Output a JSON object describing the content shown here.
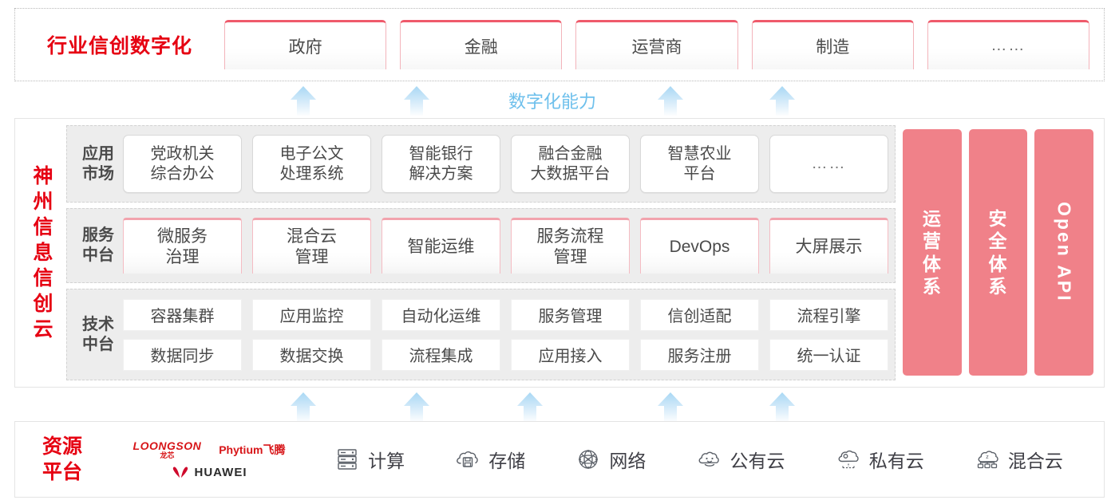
{
  "colors": {
    "brand_red": "#E60012",
    "pillar_pink": "#F08189",
    "card_pink_border": "#f2a3ad",
    "arrow_blue": "#bfe2f7",
    "capability_text": "#6ec0ec",
    "band_gray": "#ededed"
  },
  "industry": {
    "title": "行业信创数字化",
    "boxes": [
      {
        "label": "政府"
      },
      {
        "label": "金融"
      },
      {
        "label": "运营商"
      },
      {
        "label": "制造"
      },
      {
        "label": "……"
      }
    ]
  },
  "capability": {
    "label": "数字化能力"
  },
  "cloud": {
    "title_chars": [
      "神",
      "州",
      "信",
      "息",
      "信",
      "创",
      "云"
    ],
    "rows": [
      {
        "label": "应用\n市场",
        "label_lines": [
          "应用",
          "市场"
        ],
        "style": "app",
        "items": [
          {
            "lines": [
              "党政机关",
              "综合办公"
            ]
          },
          {
            "lines": [
              "电子公文",
              "处理系统"
            ]
          },
          {
            "lines": [
              "智能银行",
              "解决方案"
            ]
          },
          {
            "lines": [
              "融合金融",
              "大数据平台"
            ]
          },
          {
            "lines": [
              "智慧农业",
              "平台"
            ]
          },
          {
            "lines": [
              "……"
            ]
          }
        ]
      },
      {
        "label_lines": [
          "服务",
          "中台"
        ],
        "style": "service",
        "items": [
          {
            "lines": [
              "微服务",
              "治理"
            ]
          },
          {
            "lines": [
              "混合云",
              "管理"
            ]
          },
          {
            "lines": [
              "智能运维"
            ]
          },
          {
            "lines": [
              "服务流程",
              "管理"
            ]
          },
          {
            "lines": [
              "DevOps"
            ]
          },
          {
            "lines": [
              "大屏展示"
            ]
          }
        ]
      },
      {
        "label_lines": [
          "技术",
          "中台"
        ],
        "style": "tech",
        "grid": [
          [
            "容器集群",
            "应用监控",
            "自动化运维",
            "服务管理",
            "信创适配",
            "流程引擎"
          ],
          [
            "数据同步",
            "数据交换",
            "流程集成",
            "应用接入",
            "服务注册",
            "统一认证"
          ]
        ]
      }
    ],
    "pillars": [
      {
        "label": "运营体系",
        "chars": [
          "运",
          "营",
          "体",
          "系"
        ],
        "orientation": "stacked"
      },
      {
        "label": "安全体系",
        "chars": [
          "安",
          "全",
          "体",
          "系"
        ],
        "orientation": "stacked"
      },
      {
        "label": "Open API",
        "orientation": "rotated"
      }
    ]
  },
  "resource": {
    "title_lines": [
      "资源",
      "平台"
    ],
    "vendors": [
      {
        "name": "LOONGSON",
        "sub": "龙芯",
        "icon": "loongson-logo"
      },
      {
        "name": "Phytium飞腾",
        "icon": "phytium-logo"
      },
      {
        "name": "HUAWEI",
        "icon": "huawei-logo"
      }
    ],
    "items": [
      {
        "label": "计算",
        "icon": "server-rack-icon"
      },
      {
        "label": "存储",
        "icon": "cloud-storage-icon"
      },
      {
        "label": "网络",
        "icon": "network-mesh-icon"
      },
      {
        "label": "公有云",
        "icon": "public-cloud-icon"
      },
      {
        "label": "私有云",
        "icon": "private-cloud-icon"
      },
      {
        "label": "混合云",
        "icon": "hybrid-cloud-icon"
      }
    ]
  },
  "arrows": {
    "top_count": 4,
    "bottom_count": 5,
    "top_x": [
      380,
      522,
      840,
      980
    ],
    "bottom_x": [
      380,
      522,
      664,
      840,
      980
    ]
  }
}
